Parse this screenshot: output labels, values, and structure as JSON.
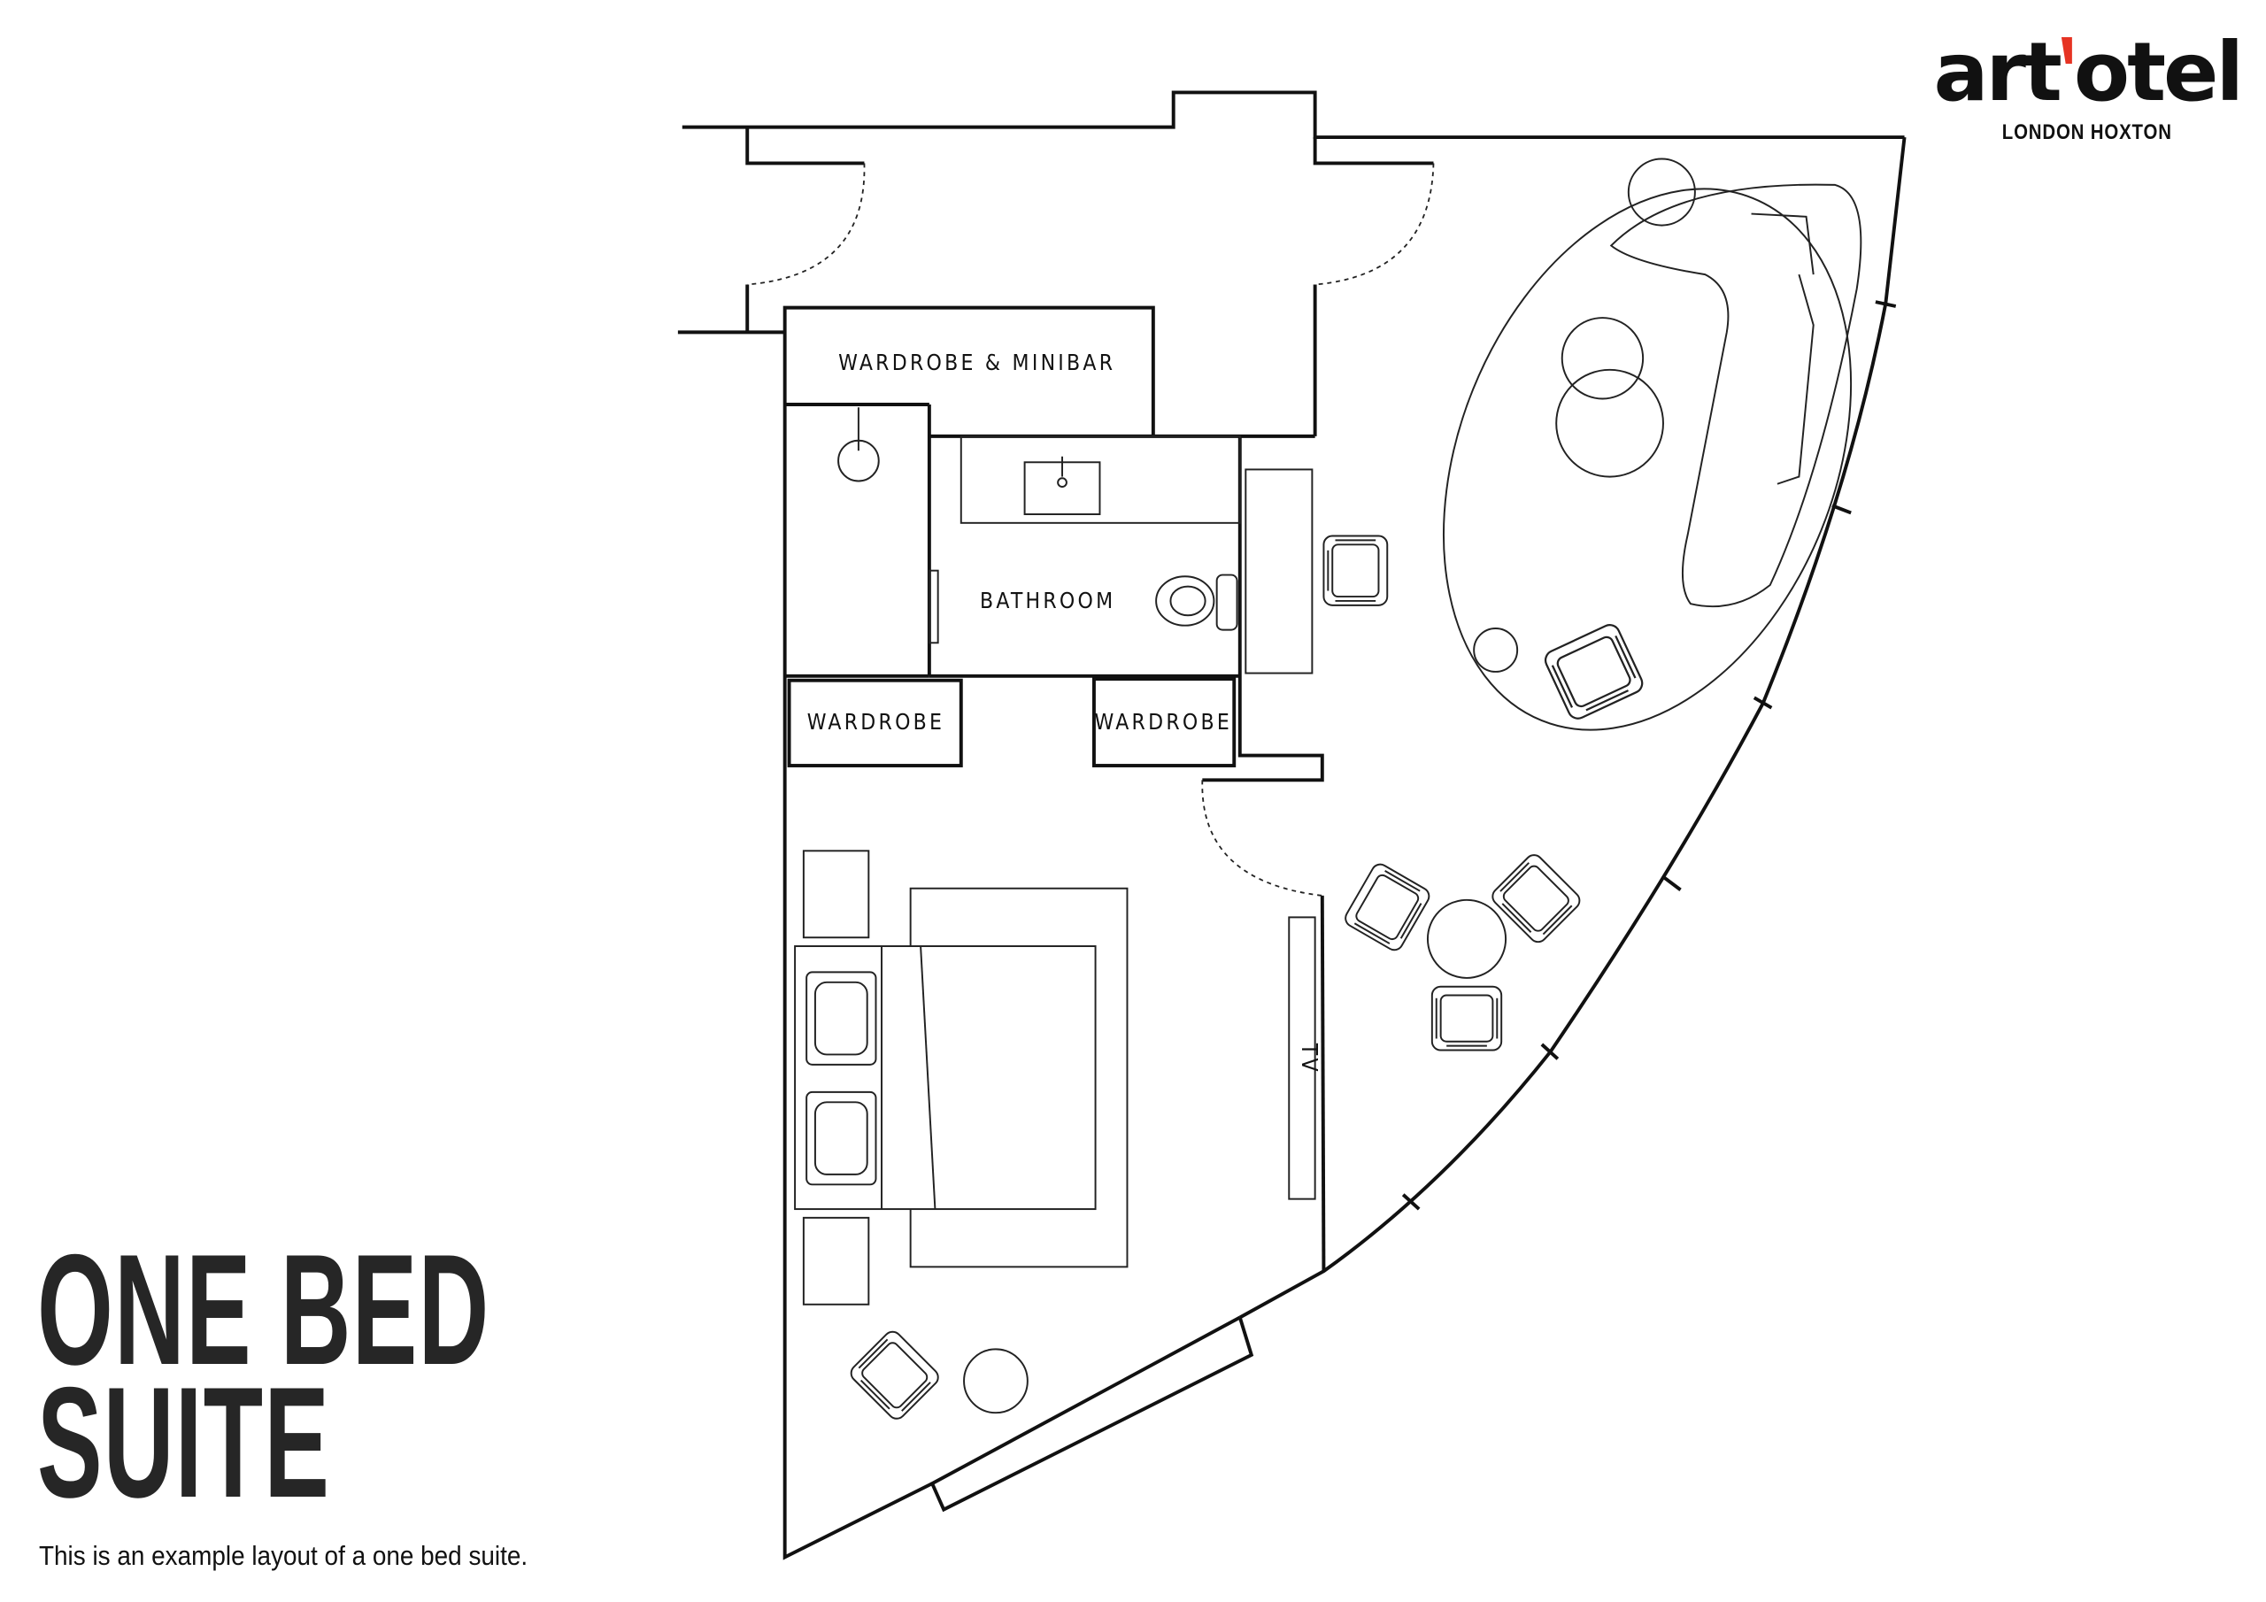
{
  "brand": {
    "name": "art'otel",
    "word_left": "art",
    "word_right": "otel",
    "location": "LONDON HOXTON",
    "accent_color": "#e63323"
  },
  "title": {
    "line1": "ONE BED",
    "line2": "SUITE"
  },
  "caption": "This is an example layout of a one bed suite.",
  "plan": {
    "labels": {
      "wardrobe_minibar": "WARDROBE & MINIBAR",
      "bathroom": "BATHROOM",
      "wardrobe_left": "WARDROBE",
      "wardrobe_right": "WARDROBE",
      "tv": "TV"
    }
  }
}
